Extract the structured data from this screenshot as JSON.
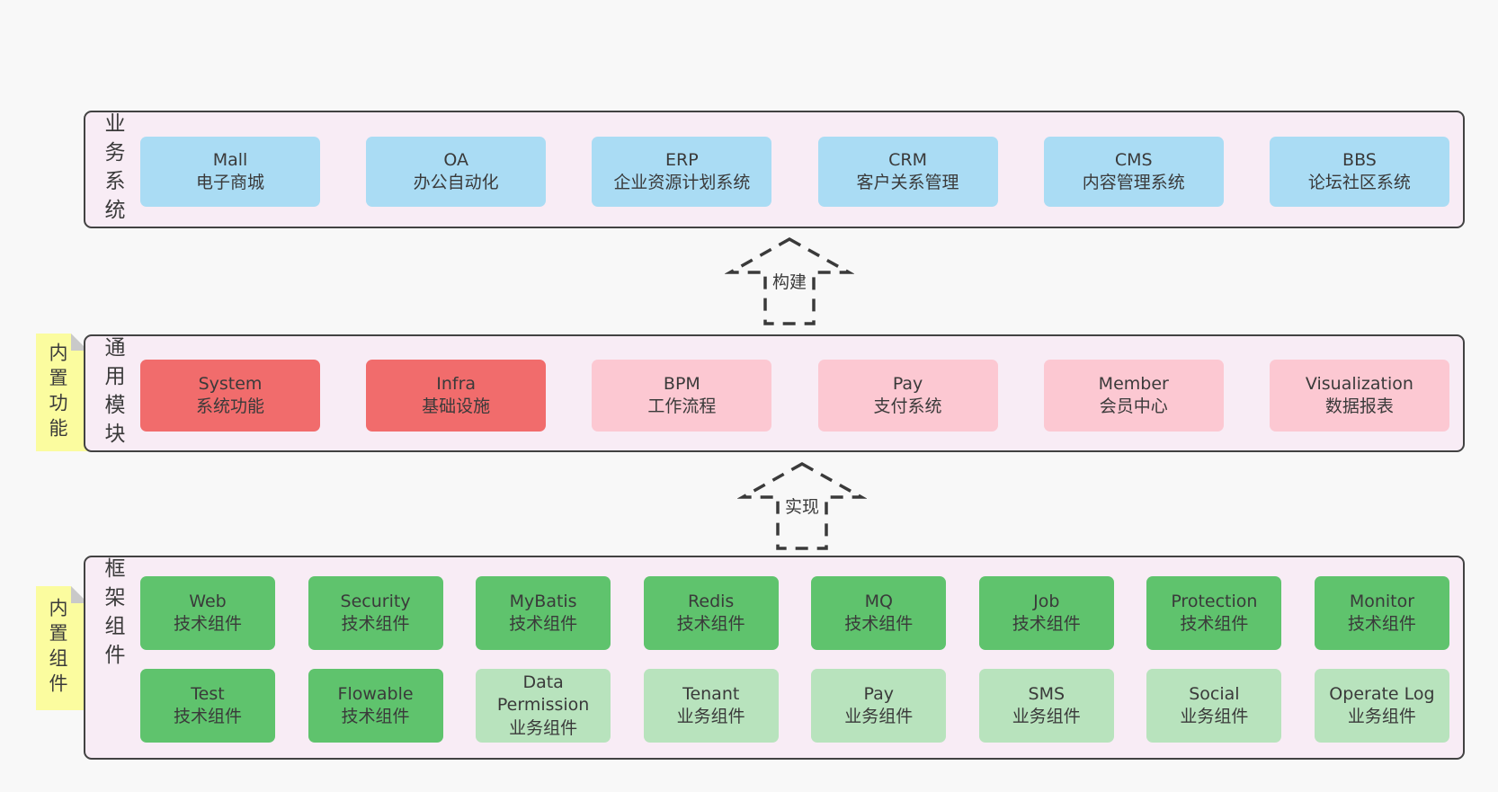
{
  "colors": {
    "page-bg": "#f8f8f8",
    "panel-bg": "#f8ecf5",
    "panel-border": "#424242",
    "box-blue": "#aadcf4",
    "box-red": "#f16c6c",
    "box-pink": "#fcc8d2",
    "box-green": "#5fc36d",
    "box-green-light": "#b8e3bd",
    "note-yellow": "#fbfc9f",
    "note-fold": "#c9c9c9",
    "arrow": "#3a3a3a",
    "text": "#3a3a3a"
  },
  "layer_business": {
    "label": "业务系统",
    "boxes": [
      {
        "en": "Mall",
        "zh": "电子商城",
        "color": "blue"
      },
      {
        "en": "OA",
        "zh": "办公自动化",
        "color": "blue"
      },
      {
        "en": "ERP",
        "zh": "企业资源计划系统",
        "color": "blue"
      },
      {
        "en": "CRM",
        "zh": "客户关系管理",
        "color": "blue"
      },
      {
        "en": "CMS",
        "zh": "内容管理系统",
        "color": "blue"
      },
      {
        "en": "BBS",
        "zh": "论坛社区系统",
        "color": "blue"
      }
    ]
  },
  "arrow_build": {
    "label": "构建"
  },
  "layer_modules": {
    "label": "通用模块",
    "note": "内置功能",
    "boxes": [
      {
        "en": "System",
        "zh": "系统功能",
        "color": "red"
      },
      {
        "en": "Infra",
        "zh": "基础设施",
        "color": "red"
      },
      {
        "en": "BPM",
        "zh": "工作流程",
        "color": "pink"
      },
      {
        "en": "Pay",
        "zh": "支付系统",
        "color": "pink"
      },
      {
        "en": "Member",
        "zh": "会员中心",
        "color": "pink"
      },
      {
        "en": "Visualization",
        "zh": "数据报表",
        "color": "pink"
      }
    ]
  },
  "arrow_implement": {
    "label": "实现"
  },
  "layer_components": {
    "label": "框架组件",
    "note": "内置组件",
    "row1": [
      {
        "en": "Web",
        "zh": "技术组件",
        "color": "green"
      },
      {
        "en": "Security",
        "zh": "技术组件",
        "color": "green"
      },
      {
        "en": "MyBatis",
        "zh": "技术组件",
        "color": "green"
      },
      {
        "en": "Redis",
        "zh": "技术组件",
        "color": "green"
      },
      {
        "en": "MQ",
        "zh": "技术组件",
        "color": "green"
      },
      {
        "en": "Job",
        "zh": "技术组件",
        "color": "green"
      },
      {
        "en": "Protection",
        "zh": "技术组件",
        "color": "green"
      },
      {
        "en": "Monitor",
        "zh": "技术组件",
        "color": "green"
      }
    ],
    "row2": [
      {
        "en": "Test",
        "zh": "技术组件",
        "color": "green"
      },
      {
        "en": "Flowable",
        "zh": "技术组件",
        "color": "green"
      },
      {
        "en": "Data Permission",
        "zh": "业务组件",
        "color": "green-light"
      },
      {
        "en": "Tenant",
        "zh": "业务组件",
        "color": "green-light"
      },
      {
        "en": "Pay",
        "zh": "业务组件",
        "color": "green-light"
      },
      {
        "en": "SMS",
        "zh": "业务组件",
        "color": "green-light"
      },
      {
        "en": "Social",
        "zh": "业务组件",
        "color": "green-light"
      },
      {
        "en": "Operate Log",
        "zh": "业务组件",
        "color": "green-light"
      }
    ]
  }
}
